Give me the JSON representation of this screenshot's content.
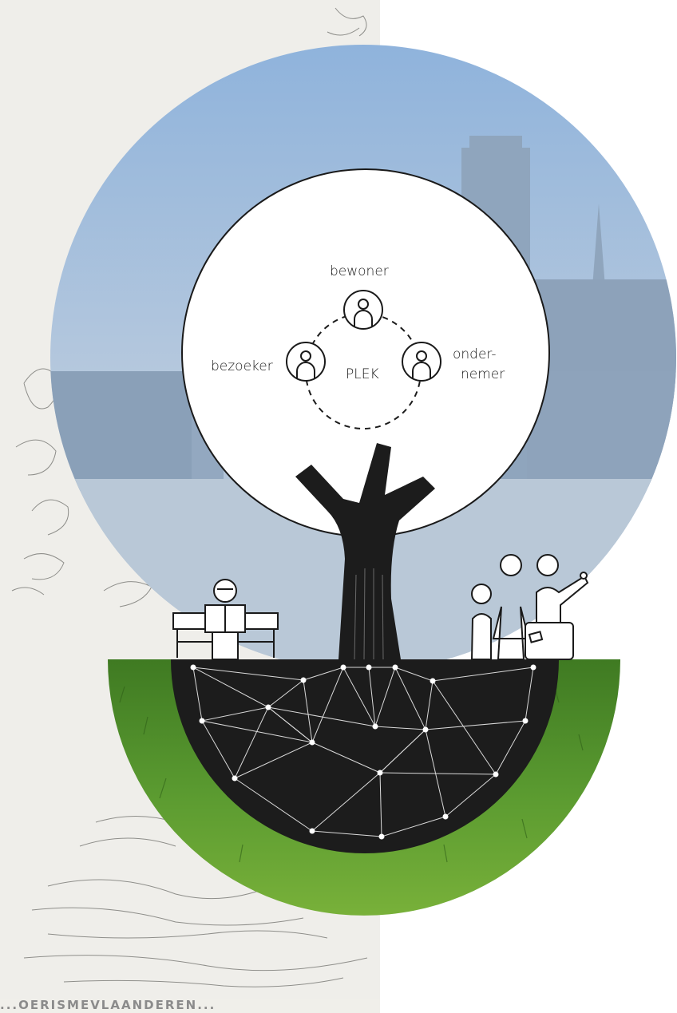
{
  "diagram": {
    "center_label": "PLEK",
    "roles": {
      "top": "bewoner",
      "left": "bezoeker",
      "right_line1": "onder-",
      "right_line2": "nemer"
    }
  },
  "footer_text": "...OERISMEVLAANDEREN...",
  "colors": {
    "paper": "#efeeea",
    "sky": "#a6c0da",
    "ink": "#1a1a1a",
    "grass": "#4d8a2a"
  }
}
